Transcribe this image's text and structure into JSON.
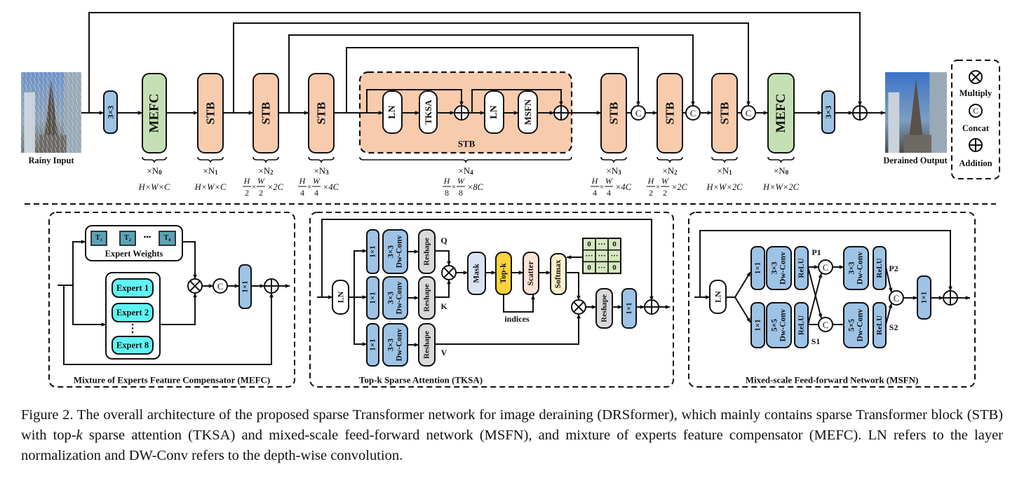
{
  "colors": {
    "conv_blue": "#9dc3e6",
    "stb_orange": "#f8cbad",
    "mefc_green": "#c5e0b4",
    "expert_cyan": "#5ff5f5",
    "token_teal": "#5ba3b5",
    "reshape_gray": "#d9d9d9",
    "mask_lavender": "#dae3f3",
    "topk_yellow": "#ffd43b",
    "scatter_peach": "#fde3d7",
    "softmax_cream": "#fff2cc",
    "grid_green": "#d6e8bf"
  },
  "main": {
    "input_label": "Rainy Input",
    "output_label": "Derained Output",
    "conv": "3×3",
    "mefc": "MEFC",
    "stb": "STB",
    "ln": "LN",
    "tksa": "TKSA",
    "msfn": "MSFN",
    "stb_group_label": "STB",
    "concat_symbol": "C",
    "repeats": [
      {
        "prefix": "×N",
        "sub": "0"
      },
      {
        "prefix": "×N",
        "sub": "1"
      },
      {
        "prefix": "×N",
        "sub": "2"
      },
      {
        "prefix": "×N",
        "sub": "3"
      },
      {
        "prefix": "×N",
        "sub": "4"
      },
      {
        "prefix": "×N",
        "sub": "3"
      },
      {
        "prefix": "×N",
        "sub": "2"
      },
      {
        "prefix": "×N",
        "sub": "1"
      },
      {
        "prefix": "×N",
        "sub": "0"
      }
    ],
    "dims": [
      {
        "text": "H×W×C"
      },
      {
        "text": "H×W×C"
      },
      {
        "h": "H",
        "hd": "2",
        "x": "×",
        "w": "W",
        "wd": "2",
        "c": "×2C"
      },
      {
        "h": "H",
        "hd": "4",
        "x": "×",
        "w": "W",
        "wd": "4",
        "c": "×4C"
      },
      {
        "h": "H",
        "hd": "8",
        "x": "×",
        "w": "W",
        "wd": "8",
        "c": "×8C"
      },
      {
        "h": "H",
        "hd": "4",
        "x": "×",
        "w": "W",
        "wd": "4",
        "c": "×4C"
      },
      {
        "h": "H",
        "hd": "2",
        "x": "×",
        "w": "W",
        "wd": "2",
        "c": "×2C"
      },
      {
        "text": "H×W×2C"
      },
      {
        "text": "H×W×2C"
      }
    ]
  },
  "legend": {
    "multiply": "Multiply",
    "concat": "Concat",
    "concat_symbol": "C",
    "addition": "Addition"
  },
  "mefc_panel": {
    "title": "Mixture of Experts Feature Compensator (MEFC)",
    "expert_weights": "Expert Weights",
    "tokens": [
      {
        "t": "T",
        "sub": "1"
      },
      {
        "t": "T",
        "sub": "2"
      },
      {
        "t": "T",
        "sub": "8"
      }
    ],
    "token_dots": "•••",
    "experts": [
      "Expert 1",
      "Expert 2",
      "Expert 8"
    ],
    "expert_dots": "⋮",
    "concat_symbol": "C",
    "conv": "1×1"
  },
  "tksa_panel": {
    "title": "Top-k Sparse Attention (TKSA)",
    "ln": "LN",
    "conv1": "1×1",
    "dwconv": [
      "3×3",
      "Dw-Conv"
    ],
    "reshape": "Reshape",
    "q": "Q",
    "k": "K",
    "v": "V",
    "mask": "Mask",
    "topk": "Top-k",
    "scatter": "Scatter",
    "softmax": "Softmax",
    "indices": "indices",
    "grid": [
      [
        "0",
        "···",
        "0"
      ],
      [
        "···",
        "···",
        "···"
      ],
      [
        "0",
        "···",
        "0"
      ]
    ],
    "conv_out": "1×1"
  },
  "msfn_panel": {
    "title": "Mixed-scale Feed-forward Network (MSFN)",
    "ln": "LN",
    "conv1": "1×1",
    "dw3": [
      "3×3",
      "Dw-Conv"
    ],
    "dw5": [
      "5×5",
      "Dw-Conv"
    ],
    "relu": "ReLU",
    "concat_symbol": "C",
    "p1": "P1",
    "s1": "S1",
    "p2": "P2",
    "s2": "S2",
    "conv_out": "1×1"
  },
  "caption": {
    "fig_label": "Figure 2.",
    "part1": " The overall architecture of the proposed sparse Transformer network for image deraining (DRSformer), which mainly contains sparse Transformer block (STB) with top-",
    "k": "k",
    "part2": " sparse attention (TKSA) and mixed-scale feed-forward network (MSFN), and mixture of experts feature compensator (MEFC). LN refers to the layer normalization and DW-Conv refers to the depth-wise convolution."
  }
}
